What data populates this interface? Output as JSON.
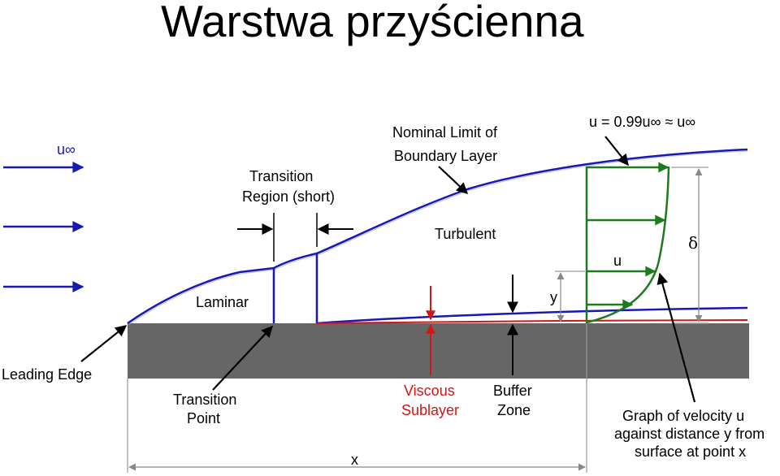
{
  "title": "Warstwa przyścienna",
  "colors": {
    "flow": "#1818b4",
    "velocity_profile": "#1e7a1e",
    "viscous_sublayer": "#d01616",
    "wall": "#666666",
    "dimension_lines": "#999999"
  },
  "labels": {
    "freestream": "u∞",
    "leading_edge": "Leading Edge",
    "transition_region_line1": "Transition",
    "transition_region_line2": "Region (short)",
    "laminar": "Laminar",
    "transition_point_line1": "Transition",
    "transition_point_line2": "Point",
    "nominal_limit_line1": "Nominal Limit of",
    "nominal_limit_line2": "Boundary Layer",
    "turbulent": "Turbulent",
    "viscous_line1": "Viscous",
    "viscous_line2": "Sublayer",
    "buffer_line1": "Buffer",
    "buffer_line2": "Zone",
    "edge_velocity": "u = 0.99u∞ ≈ u∞",
    "u": "u",
    "y": "y",
    "delta": "δ",
    "x": "x",
    "graph_line1": "Graph of velocity u",
    "graph_line2": "against distance y from",
    "graph_line3": "surface at point x"
  }
}
